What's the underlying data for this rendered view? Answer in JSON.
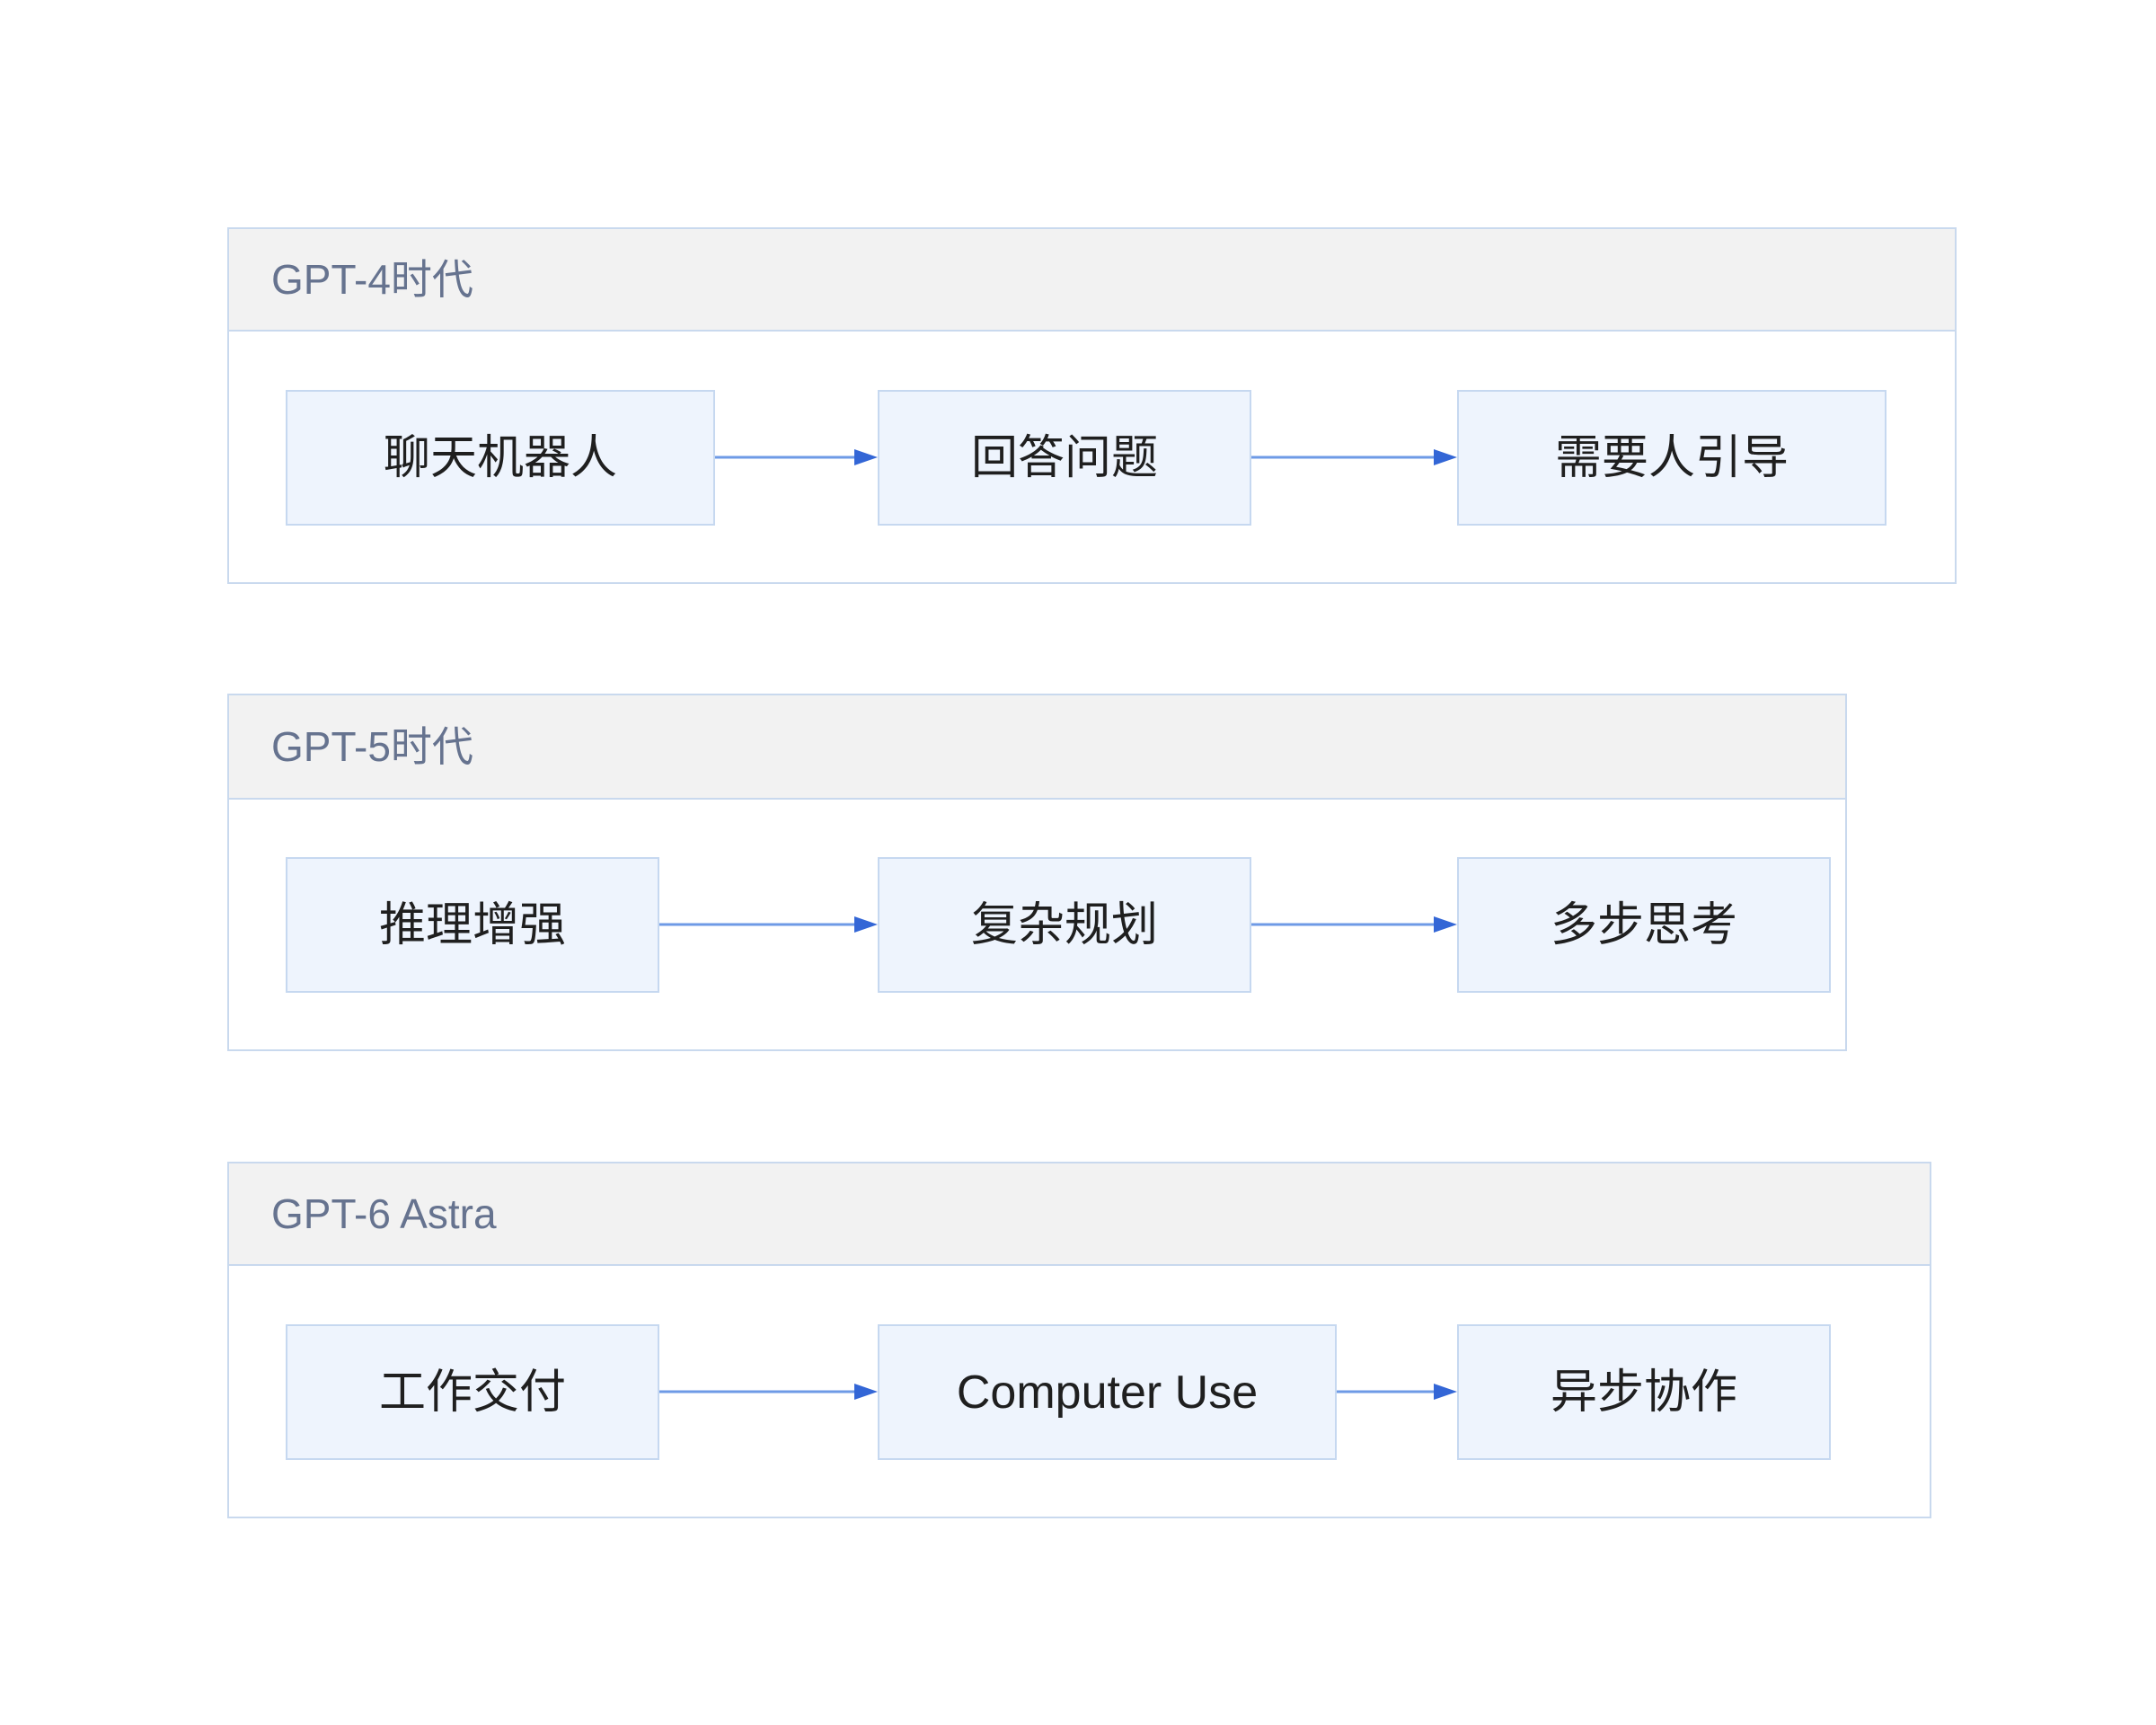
{
  "theme": {
    "group_border": "#c9d9ee",
    "header_fill": "#f2f2f2",
    "title_color": "#66738f",
    "node_fill": "#eef4fd",
    "node_border": "#c6d8f0",
    "node_text": "#1f1f1f",
    "edge_line": "#6e9ae6",
    "edge_head": "#3366d6"
  },
  "groups": [
    {
      "title": "GPT-4时代",
      "nodes": [
        "聊天机器人",
        "回答问题",
        "需要人引导"
      ]
    },
    {
      "title": "GPT-5时代",
      "nodes": [
        "推理增强",
        "复杂规划",
        "多步思考"
      ]
    },
    {
      "title": "GPT-6 Astra",
      "nodes": [
        "工作交付",
        "Computer Use",
        "异步协作"
      ]
    }
  ]
}
